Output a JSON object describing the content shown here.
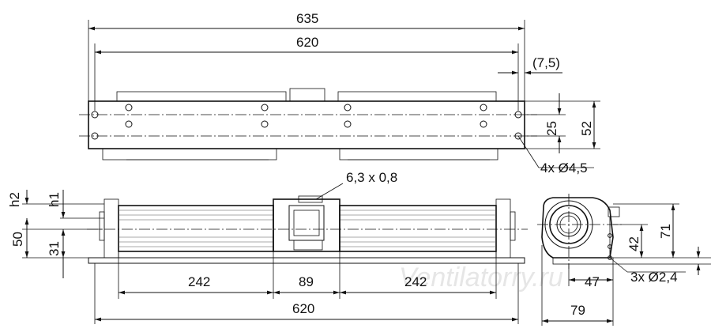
{
  "watermark": "Ventilatorry.ru",
  "top_view": {
    "overall_length": "635",
    "hole_spacing": "620",
    "edge_offset": "(7,5)",
    "hole_spacing_v": "25",
    "height": "52",
    "holes_note": "4x Ø4,5"
  },
  "front_view": {
    "connector_note": "6,3 x 0,8",
    "h2": "h2",
    "h1": "h1",
    "dim_50": "50",
    "dim_31": "31",
    "segment_left": "242",
    "segment_mid": "89",
    "segment_right": "242",
    "total": "620"
  },
  "side_view": {
    "dim_71": "71",
    "dim_42": "42",
    "dim_47": "47",
    "dim_79": "79",
    "holes_note": "3x Ø2,4"
  }
}
